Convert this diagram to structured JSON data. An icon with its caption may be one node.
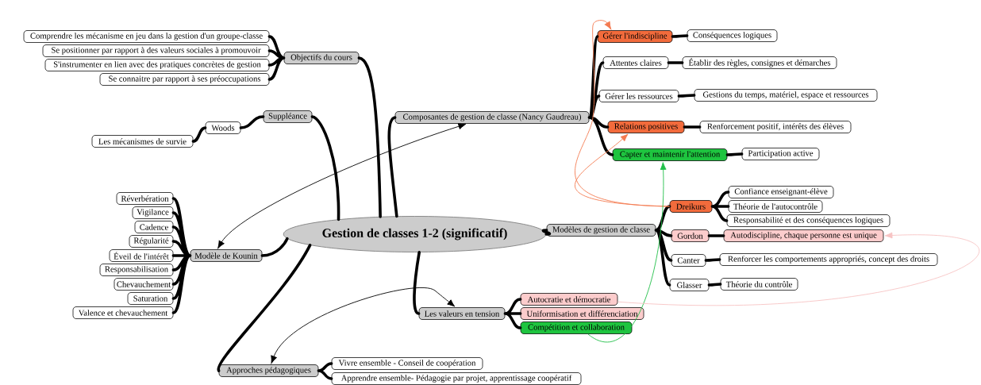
{
  "diagram": {
    "nodes": [
      {
        "text": [
          "Gestion de classes 1-2 (significatif)"
        ]
      },
      {
        "text": [
          "Objectifs du cours"
        ]
      },
      {
        "text": [
          "Comprendre les mécanisme en jeu dans la gestion d'un groupe-classe"
        ]
      },
      {
        "text": [
          "Se positionner par rapport à des valeurs sociales à promouvoir"
        ]
      },
      {
        "text": [
          "S'instrumenter en lien avec des pratiques concrètes de gestion"
        ]
      },
      {
        "text": [
          "Se connaitre par rapport à ses préoccupations"
        ]
      },
      {
        "text": [
          "Suppléance"
        ]
      },
      {
        "text": [
          "Woods"
        ]
      },
      {
        "text": [
          "Les mécanismes de survie"
        ]
      },
      {
        "text": [
          "Composantes de gestion de classe (Nancy Gaudreau)"
        ]
      },
      {
        "text": [
          "Gérer l'indiscipline"
        ]
      },
      {
        "text": [
          "Conséquences logiques"
        ]
      },
      {
        "text": [
          "Attentes claires"
        ]
      },
      {
        "text": [
          "Établir des règles, consignes et démarches"
        ]
      },
      {
        "text": [
          "Gérer les ressources"
        ]
      },
      {
        "text": [
          "Gestions du temps, matériel, espace et ressources"
        ]
      },
      {
        "text": [
          "Relations positives"
        ]
      },
      {
        "text": [
          "Renforcement positif, intérêts des élèves"
        ]
      },
      {
        "text": [
          "Capter et maintenir l'attention"
        ]
      },
      {
        "text": [
          "Participation active"
        ]
      },
      {
        "text": [
          "Modèles de gestion de classe"
        ]
      },
      {
        "text": [
          "Dreikurs"
        ]
      },
      {
        "text": [
          "Confiance enseignant-élève"
        ]
      },
      {
        "text": [
          "Théorie de l'autocontrôle"
        ]
      },
      {
        "text": [
          "Responsabilité et des conséquences logiques"
        ]
      },
      {
        "text": [
          "Gordon"
        ]
      },
      {
        "text": [
          "Autodiscipline, chaque personne est unique"
        ]
      },
      {
        "text": [
          "Canter"
        ]
      },
      {
        "text": [
          "Renforcer les comportements appropriés, concept des droits"
        ]
      },
      {
        "text": [
          "Glasser"
        ]
      },
      {
        "text": [
          "Théorie du contrôle"
        ]
      },
      {
        "text": [
          "Les valeurs en tension"
        ]
      },
      {
        "text": [
          "Autocratie et démocratie"
        ]
      },
      {
        "text": [
          "Uniformisation et différenciation"
        ]
      },
      {
        "text": [
          "Compétition et collaboration"
        ]
      },
      {
        "text": [
          "Approches pédagogiques"
        ]
      },
      {
        "text": [
          "Vivre ensemble - Conseil de coopération"
        ]
      },
      {
        "text": [
          "Apprendre ensemble- Pédagogie par projet, apprentissage coopératif"
        ]
      },
      {
        "text": [
          "Modèle de Kounin"
        ]
      },
      {
        "text": [
          "Réverbération"
        ]
      },
      {
        "text": [
          "Vigilance"
        ]
      },
      {
        "text": [
          "Cadence"
        ]
      },
      {
        "text": [
          "Régularité"
        ]
      },
      {
        "text": [
          "Éveil de l'intérêt"
        ]
      },
      {
        "text": [
          "Responsabilisation"
        ]
      },
      {
        "text": [
          "Chevauchement"
        ]
      },
      {
        "text": [
          "Saturation"
        ]
      },
      {
        "text": [
          "Valence et chevauchement"
        ]
      }
    ],
    "edges": [
      {
        "from": 0,
        "to": 1,
        "arrow": "none"
      },
      {
        "from": 1,
        "to": 2,
        "arrow": "none"
      },
      {
        "from": 1,
        "to": 3,
        "arrow": "none"
      },
      {
        "from": 1,
        "to": 4,
        "arrow": "none"
      },
      {
        "from": 1,
        "to": 5,
        "arrow": "none"
      },
      {
        "from": 0,
        "to": 6,
        "arrow": "none"
      },
      {
        "from": 6,
        "to": 7,
        "arrow": "none"
      },
      {
        "from": 7,
        "to": 8,
        "arrow": "none"
      },
      {
        "from": 0,
        "to": 9,
        "arrow": "none"
      },
      {
        "from": 9,
        "to": 10,
        "arrow": "none"
      },
      {
        "from": 10,
        "to": 11,
        "arrow": "none"
      },
      {
        "from": 9,
        "to": 12,
        "arrow": "none"
      },
      {
        "from": 12,
        "to": 13,
        "arrow": "none"
      },
      {
        "from": 9,
        "to": 14,
        "arrow": "none"
      },
      {
        "from": 14,
        "to": 15,
        "arrow": "none"
      },
      {
        "from": 9,
        "to": 16,
        "arrow": "none"
      },
      {
        "from": 16,
        "to": 17,
        "arrow": "none"
      },
      {
        "from": 9,
        "to": 18,
        "arrow": "none"
      },
      {
        "from": 18,
        "to": 19,
        "arrow": "none"
      },
      {
        "from": 0,
        "to": 20,
        "arrow": "none"
      },
      {
        "from": 20,
        "to": 21,
        "arrow": "none"
      },
      {
        "from": 21,
        "to": 22,
        "arrow": "none"
      },
      {
        "from": 21,
        "to": 23,
        "arrow": "none"
      },
      {
        "from": 21,
        "to": 24,
        "arrow": "none"
      },
      {
        "from": 20,
        "to": 25,
        "arrow": "none"
      },
      {
        "from": 25,
        "to": 26,
        "arrow": "none"
      },
      {
        "from": 20,
        "to": 27,
        "arrow": "none"
      },
      {
        "from": 27,
        "to": 28,
        "arrow": "none"
      },
      {
        "from": 20,
        "to": 29,
        "arrow": "none"
      },
      {
        "from": 29,
        "to": 30,
        "arrow": "none"
      },
      {
        "from": 0,
        "to": 31,
        "arrow": "none"
      },
      {
        "from": 31,
        "to": 32,
        "arrow": "none"
      },
      {
        "from": 31,
        "to": 33,
        "arrow": "none"
      },
      {
        "from": 31,
        "to": 34,
        "arrow": "none"
      },
      {
        "from": 0,
        "to": 35,
        "arrow": "none"
      },
      {
        "from": 35,
        "to": 36,
        "arrow": "none"
      },
      {
        "from": 35,
        "to": 37,
        "arrow": "none"
      },
      {
        "from": 0,
        "to": 38,
        "arrow": "none"
      },
      {
        "from": 38,
        "to": 39,
        "arrow": "none"
      },
      {
        "from": 38,
        "to": 40,
        "arrow": "none"
      },
      {
        "from": 38,
        "to": 41,
        "arrow": "none"
      },
      {
        "from": 38,
        "to": 42,
        "arrow": "none"
      },
      {
        "from": 38,
        "to": 43,
        "arrow": "none"
      },
      {
        "from": 38,
        "to": 44,
        "arrow": "none"
      },
      {
        "from": 38,
        "to": 45,
        "arrow": "none"
      },
      {
        "from": 38,
        "to": 46,
        "arrow": "none"
      },
      {
        "from": 38,
        "to": 47,
        "arrow": "none"
      },
      {
        "from": 38,
        "to": 9,
        "arrow": "both"
      },
      {
        "from": 35,
        "to": 31,
        "arrow": "both"
      },
      {
        "from": 21,
        "to": 10,
        "arrow": "to",
        "color": "#f47a50"
      },
      {
        "from": 21,
        "to": 16,
        "arrow": "to",
        "color": "#f47a50"
      },
      {
        "from": 34,
        "to": 18,
        "arrow": "to",
        "color": "#22c04a"
      },
      {
        "from": 32,
        "to": 26,
        "arrow": "to",
        "color": "#f7c4c4"
      }
    ]
  }
}
